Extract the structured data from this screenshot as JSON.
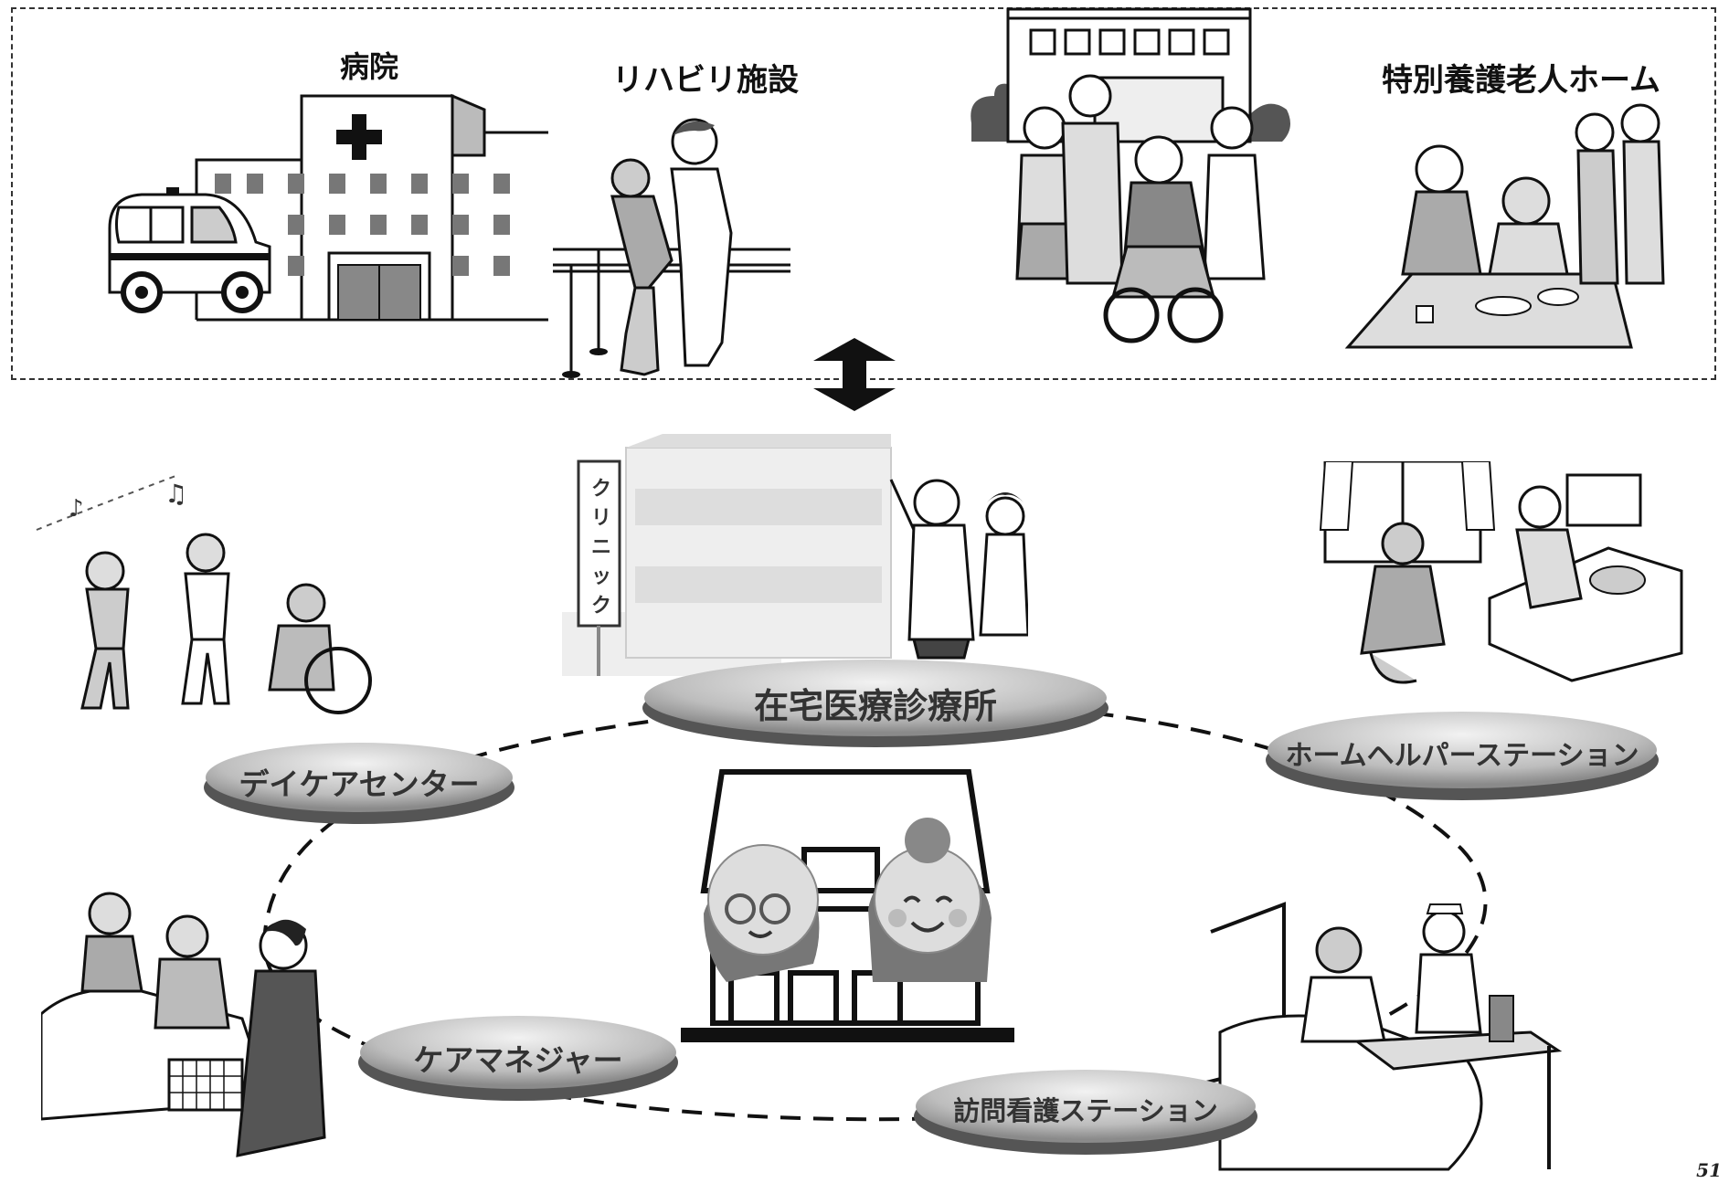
{
  "top": {
    "hospital": "病院",
    "rehab": "リハビリ施設",
    "nursing_home": "特別養護老人ホーム"
  },
  "network": {
    "clinic": "在宅医療診療所",
    "day_care": "デイケアセンター",
    "home_helper": "ホームヘルパーステーション",
    "care_manager": "ケアマネジャー",
    "visiting_nurse": "訪問看護ステーション"
  },
  "clinic_sign": [
    "ク",
    "リ",
    "ニ",
    "ッ",
    "ク"
  ],
  "page_number": "51"
}
